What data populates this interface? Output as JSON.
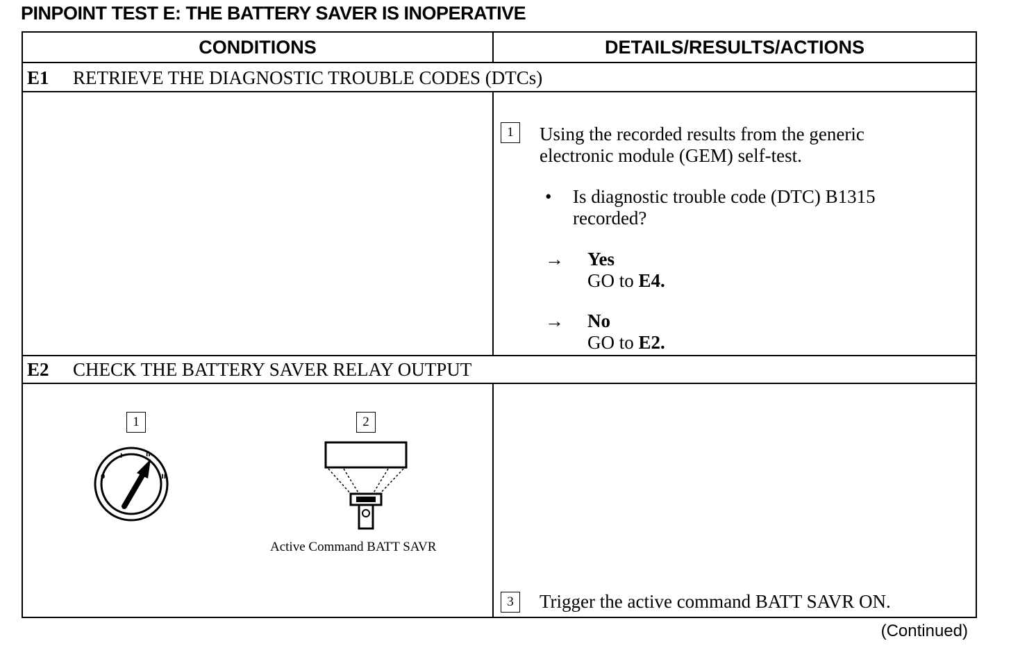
{
  "title": "PINPOINT TEST E:  THE BATTERY SAVER IS INOPERATIVE",
  "columns": {
    "conditions": "CONDITIONS",
    "details": "DETAILS/RESULTS/ACTIONS"
  },
  "e1": {
    "code": "E1",
    "heading": "RETRIEVE THE DIAGNOSTIC TROUBLE CODES (DTCs)",
    "step_number": "1",
    "step_line1": "Using the recorded results from the generic",
    "step_line2": "electronic module (GEM) self-test.",
    "bullet": "•",
    "question_line1": "Is diagnostic trouble code (DTC) B1315",
    "question_line2": "recorded?",
    "arrow": "→",
    "yes_label": "Yes",
    "yes_action": "GO to",
    "yes_target": "E4.",
    "no_label": "No",
    "no_action": "GO to",
    "no_target": "E2."
  },
  "e2": {
    "code": "E2",
    "heading": "CHECK THE BATTERY SAVER RELAY OUTPUT",
    "figure1_number": "1",
    "figure2_number": "2",
    "ignition_labels": {
      "lock": "0",
      "acc": "I",
      "run": "II",
      "start": "III"
    },
    "figure2_caption": "Active Command BATT SAVR",
    "step3_number": "3",
    "step3_text": "Trigger the active command BATT SAVR ON."
  },
  "continued": "(Continued)"
}
